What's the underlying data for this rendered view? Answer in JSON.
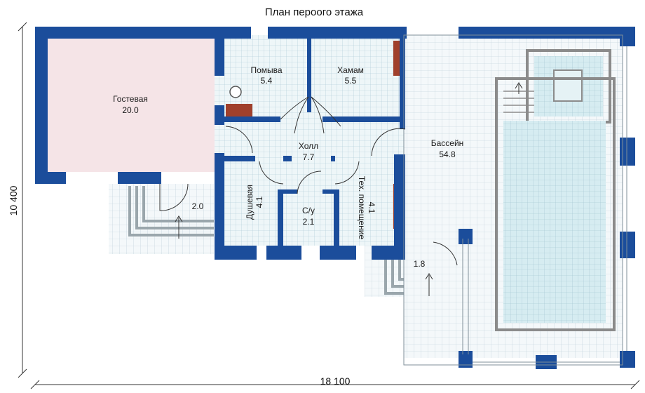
{
  "title": "План перoого этажа",
  "dimensions": {
    "width": "18 100",
    "height": "10 400"
  },
  "rooms": [
    {
      "name": "Гостевая",
      "area": "20.0"
    },
    {
      "name": "Помыва",
      "area": "5.4"
    },
    {
      "name": "Хамам",
      "area": "5.5"
    },
    {
      "name": "Холл",
      "area": "7.7"
    },
    {
      "name": "Бассейн",
      "area": "54.8"
    },
    {
      "name": "Душевая",
      "area": "4.1"
    },
    {
      "name": "С/у",
      "area": "2.1"
    },
    {
      "name": "Тех. помещение",
      "area": "4.1"
    }
  ],
  "terraces": [
    {
      "area": "2.0"
    },
    {
      "area": "1.8"
    }
  ],
  "colors": {
    "wall": "#1b4d9b",
    "tile": "#dff0f4",
    "guest_floor": "#f5e4e7",
    "grid": "#8fb3c8",
    "brick": "#a0402c",
    "pool_water": "#cfe8ef"
  }
}
